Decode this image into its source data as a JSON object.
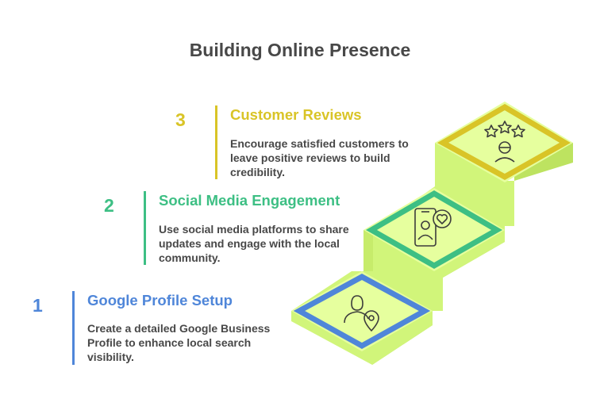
{
  "title": "Building Online Presence",
  "colors": {
    "step1": "#4f86d9",
    "step2": "#3dbf84",
    "step3": "#d9c427",
    "stair_top": "#e6ff9e",
    "stair_front": "#d1f57a",
    "stair_side": "#bde360",
    "stroke": "#3c3c3c"
  },
  "steps": [
    {
      "number": "1",
      "title": "Google Profile Setup",
      "description": "Create a detailed Google Business Profile to enhance local search visibility.",
      "icon": "user-location-pin-icon"
    },
    {
      "number": "2",
      "title": "Social Media Engagement",
      "description": "Use social media platforms to share updates and engage with the local community.",
      "icon": "phone-user-heart-icon"
    },
    {
      "number": "3",
      "title": "Customer Reviews",
      "description": "Encourage satisfied customers to leave positive reviews to build credibility.",
      "icon": "stars-review-person-icon"
    }
  ]
}
